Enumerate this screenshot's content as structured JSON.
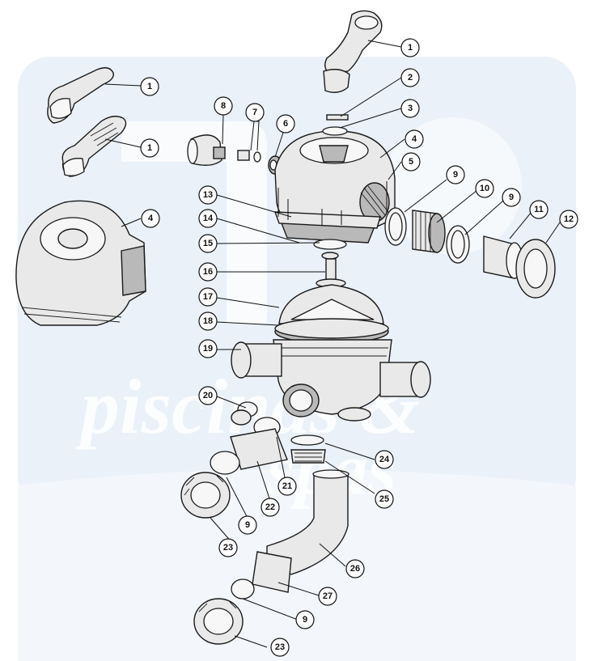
{
  "watermark": {
    "brand_line1": "piscinas &",
    "brand_line2": "spas"
  },
  "callouts": [
    {
      "id": "c1a",
      "label": "1"
    },
    {
      "id": "c1b",
      "label": "1"
    },
    {
      "id": "c1c",
      "label": "1"
    },
    {
      "id": "c2",
      "label": "2"
    },
    {
      "id": "c3",
      "label": "3"
    },
    {
      "id": "c4a",
      "label": "4"
    },
    {
      "id": "c4b",
      "label": "4"
    },
    {
      "id": "c5",
      "label": "5"
    },
    {
      "id": "c6",
      "label": "6"
    },
    {
      "id": "c7",
      "label": "7"
    },
    {
      "id": "c8",
      "label": "8"
    },
    {
      "id": "c9a",
      "label": "9"
    },
    {
      "id": "c9b",
      "label": "9"
    },
    {
      "id": "c9c",
      "label": "9"
    },
    {
      "id": "c9d",
      "label": "9"
    },
    {
      "id": "c10",
      "label": "10"
    },
    {
      "id": "c11",
      "label": "11"
    },
    {
      "id": "c12",
      "label": "12"
    },
    {
      "id": "c13",
      "label": "13"
    },
    {
      "id": "c14",
      "label": "14"
    },
    {
      "id": "c15",
      "label": "15"
    },
    {
      "id": "c16",
      "label": "16"
    },
    {
      "id": "c17",
      "label": "17"
    },
    {
      "id": "c18",
      "label": "18"
    },
    {
      "id": "c19",
      "label": "19"
    },
    {
      "id": "c20",
      "label": "20"
    },
    {
      "id": "c21",
      "label": "21"
    },
    {
      "id": "c22",
      "label": "22"
    },
    {
      "id": "c23a",
      "label": "23"
    },
    {
      "id": "c23b",
      "label": "23"
    },
    {
      "id": "c24",
      "label": "24"
    },
    {
      "id": "c25",
      "label": "25"
    },
    {
      "id": "c26",
      "label": "26"
    },
    {
      "id": "c27",
      "label": "27"
    }
  ]
}
